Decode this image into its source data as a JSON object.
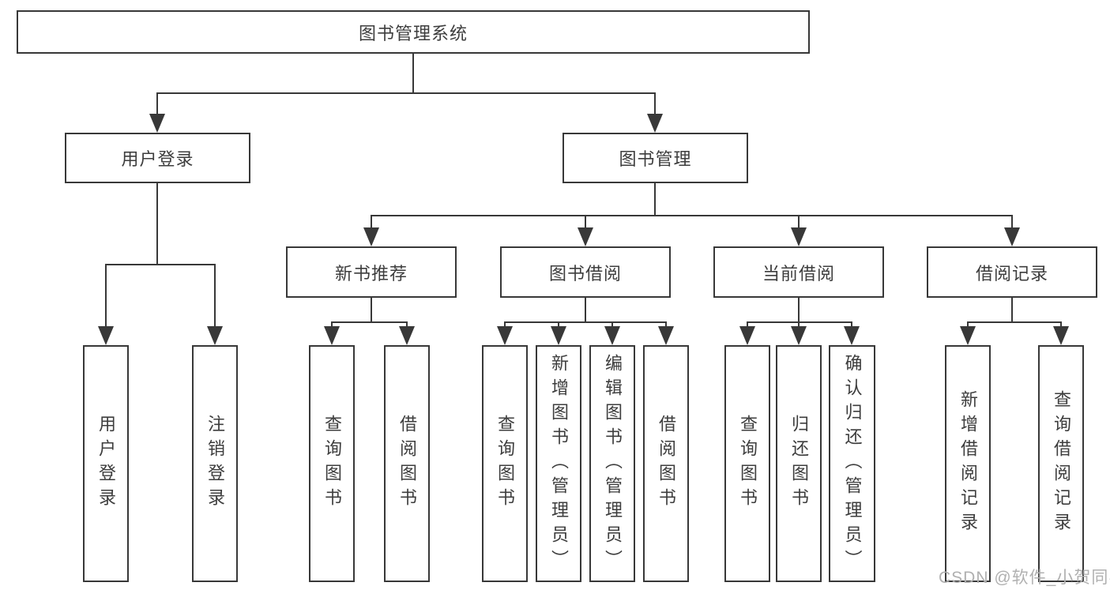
{
  "tree": {
    "label": "图书管理系统",
    "children": [
      {
        "label": "用户登录",
        "children": [
          {
            "label": "用户登录"
          },
          {
            "label": "注销登录"
          }
        ]
      },
      {
        "label": "图书管理",
        "children": [
          {
            "label": "新书推荐",
            "children": [
              {
                "label": "查询图书"
              },
              {
                "label": "借阅图书"
              }
            ]
          },
          {
            "label": "图书借阅",
            "children": [
              {
                "label": "查询图书"
              },
              {
                "label": "新增图书（管理员）"
              },
              {
                "label": "编辑图书（管理员）"
              },
              {
                "label": "借阅图书"
              }
            ]
          },
          {
            "label": "当前借阅",
            "children": [
              {
                "label": "查询图书"
              },
              {
                "label": "归还图书"
              },
              {
                "label": "确认归还（管理员）"
              }
            ]
          },
          {
            "label": "借阅记录",
            "children": [
              {
                "label": "新增借阅记录"
              },
              {
                "label": "查询借阅记录"
              }
            ]
          }
        ]
      }
    ]
  },
  "watermark": {
    "text": "CSDN @软件_小贺同学"
  },
  "style": {
    "line_color": "#383838",
    "text_color": "#3d3d3d",
    "watermark_color": "#b0b0b0",
    "background": "#ffffff"
  }
}
